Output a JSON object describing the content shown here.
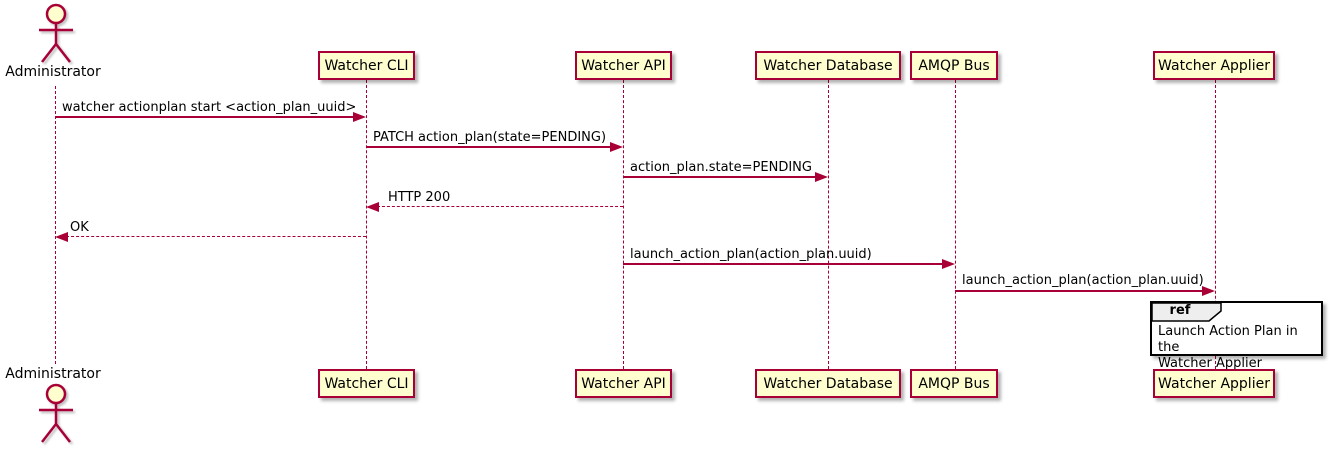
{
  "diagram": {
    "type": "sequence",
    "colors": {
      "accent": "#A80036",
      "participant_fill": "#FEFECE",
      "ref_header_fill": "#EEEEEE",
      "background": "#FFFFFF",
      "text": "#000000"
    },
    "actor": {
      "name": "Administrator"
    },
    "participants": [
      {
        "name": "Watcher CLI"
      },
      {
        "name": "Watcher API"
      },
      {
        "name": "Watcher Database"
      },
      {
        "name": "AMQP Bus"
      },
      {
        "name": "Watcher Applier"
      }
    ],
    "messages": [
      {
        "label": "watcher actionplan start <action_plan_uuid>",
        "from": "Administrator",
        "to": "Watcher CLI",
        "line": "solid",
        "direction": "right"
      },
      {
        "label": "PATCH action_plan(state=PENDING)",
        "from": "Watcher CLI",
        "to": "Watcher API",
        "line": "solid",
        "direction": "right"
      },
      {
        "label": "action_plan.state=PENDING",
        "from": "Watcher API",
        "to": "Watcher Database",
        "line": "solid",
        "direction": "right"
      },
      {
        "label": "HTTP 200",
        "from": "Watcher API",
        "to": "Watcher CLI",
        "line": "dashed",
        "direction": "left"
      },
      {
        "label": "OK",
        "from": "Watcher CLI",
        "to": "Administrator",
        "line": "dashed",
        "direction": "left"
      },
      {
        "label": "launch_action_plan(action_plan.uuid)",
        "from": "Watcher API",
        "to": "AMQP Bus",
        "line": "solid",
        "direction": "right"
      },
      {
        "label": "launch_action_plan(action_plan.uuid)",
        "from": "AMQP Bus",
        "to": "Watcher Applier",
        "line": "solid",
        "direction": "right"
      }
    ],
    "ref": {
      "keyword": "ref",
      "line1": "Launch Action Plan in the",
      "line2": "Watcher Applier"
    }
  }
}
